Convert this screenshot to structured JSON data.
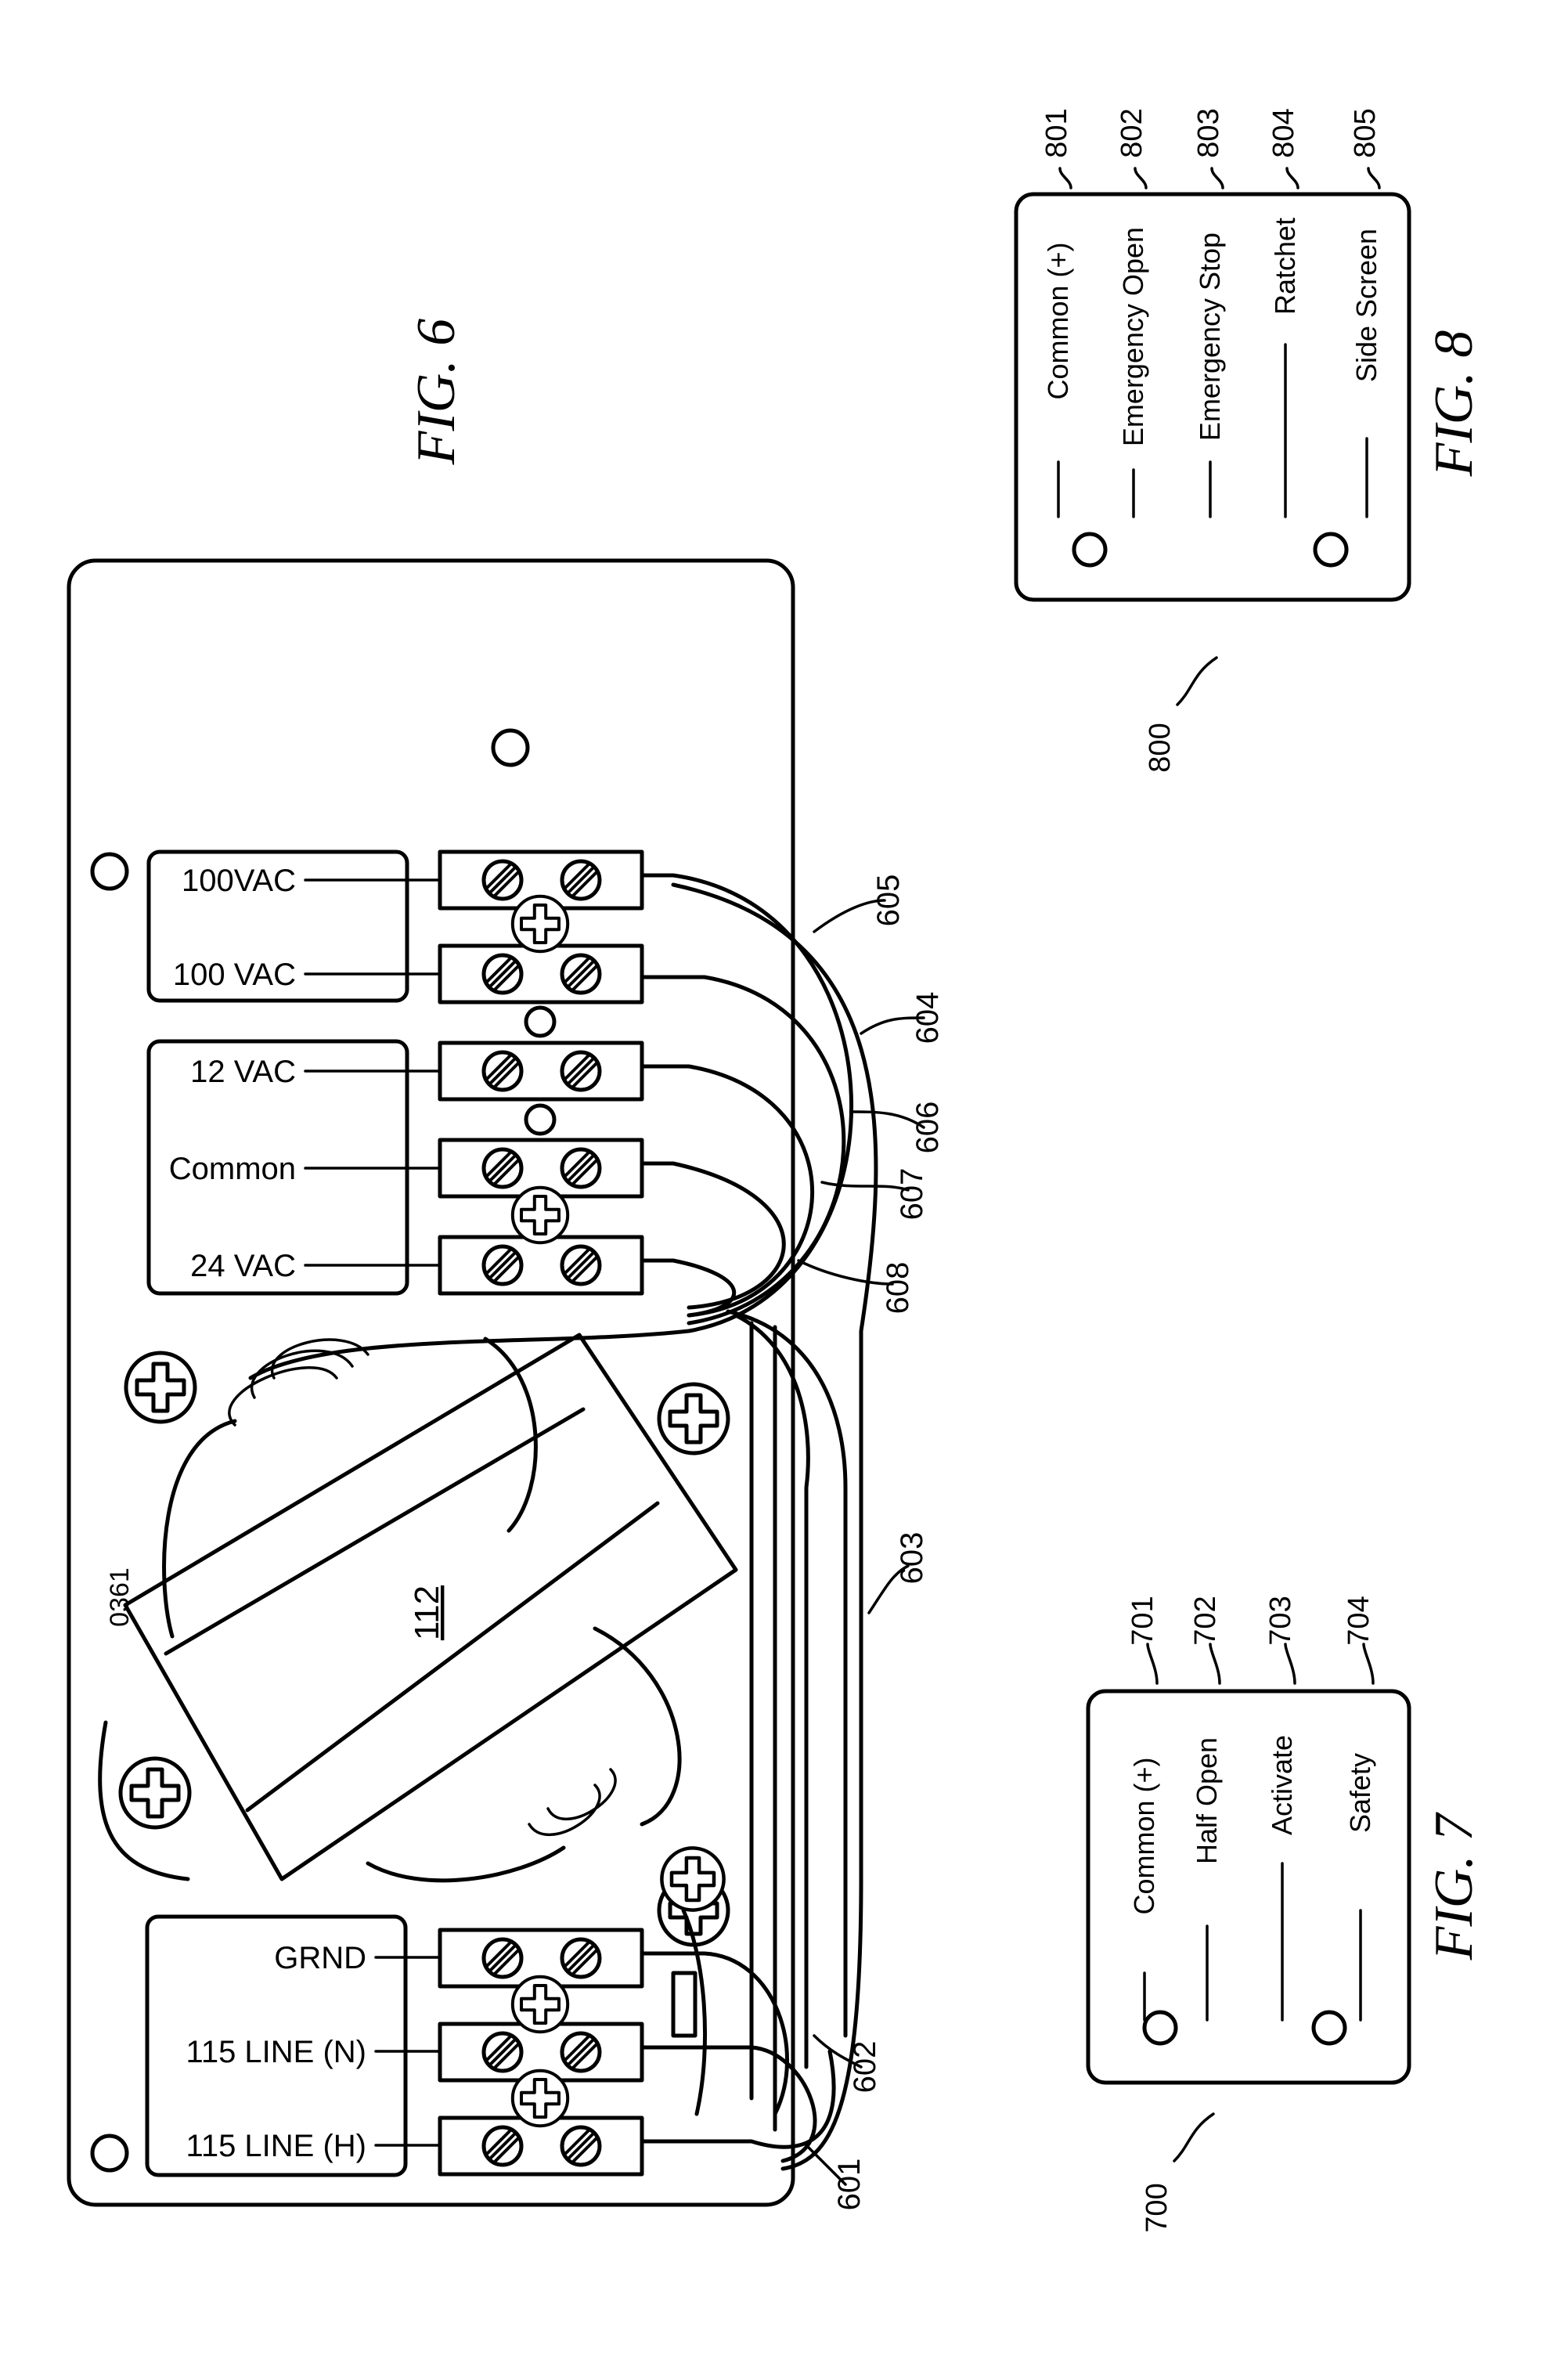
{
  "fig6": {
    "title": "FIG. 6",
    "board_code": "0361",
    "transformer_ref": "112",
    "terminals_top": [
      "100VAC",
      "100 VAC",
      "12 VAC",
      "Common",
      "24 VAC"
    ],
    "terminals_bottom": [
      "GRND",
      "115 LINE (N)",
      "115 LINE (H)"
    ],
    "wire_refs": [
      "605",
      "604",
      "606",
      "607",
      "608",
      "603",
      "602",
      "601"
    ]
  },
  "fig7": {
    "title": "FIG. 7",
    "ref": "700",
    "labels": [
      "Common (+)",
      "Half Open",
      "Activate",
      "Safety"
    ],
    "refs": [
      "701",
      "702",
      "703",
      "704"
    ]
  },
  "fig8": {
    "title": "FIG. 8",
    "ref": "800",
    "labels": [
      "Common (+)",
      "Emergency Open",
      "Emergency Stop",
      "Ratchet",
      "Side Screen"
    ],
    "refs": [
      "801",
      "802",
      "803",
      "804",
      "805"
    ]
  }
}
